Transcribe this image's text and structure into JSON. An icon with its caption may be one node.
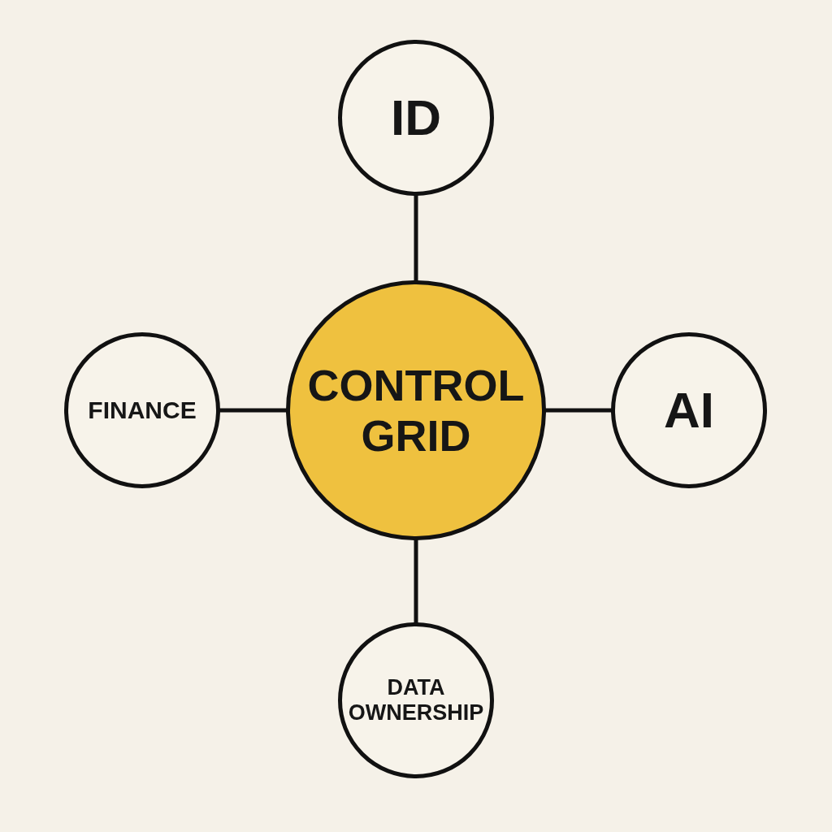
{
  "diagram": {
    "nodes": [
      {
        "text": [
          "ID"
        ]
      },
      {
        "text": [
          "FINANCE"
        ]
      },
      {
        "text": [
          "CONTROL GRID"
        ]
      },
      {
        "text": [
          "AI"
        ]
      },
      {
        "text": [
          "DATA OWNERSHIP"
        ]
      }
    ],
    "edges": [
      {
        "from": 2,
        "to": 0,
        "arrow": "none"
      },
      {
        "from": 2,
        "to": 1,
        "arrow": "none"
      },
      {
        "from": 2,
        "to": 3,
        "arrow": "none"
      },
      {
        "from": 2,
        "to": 4,
        "arrow": "none"
      }
    ]
  }
}
